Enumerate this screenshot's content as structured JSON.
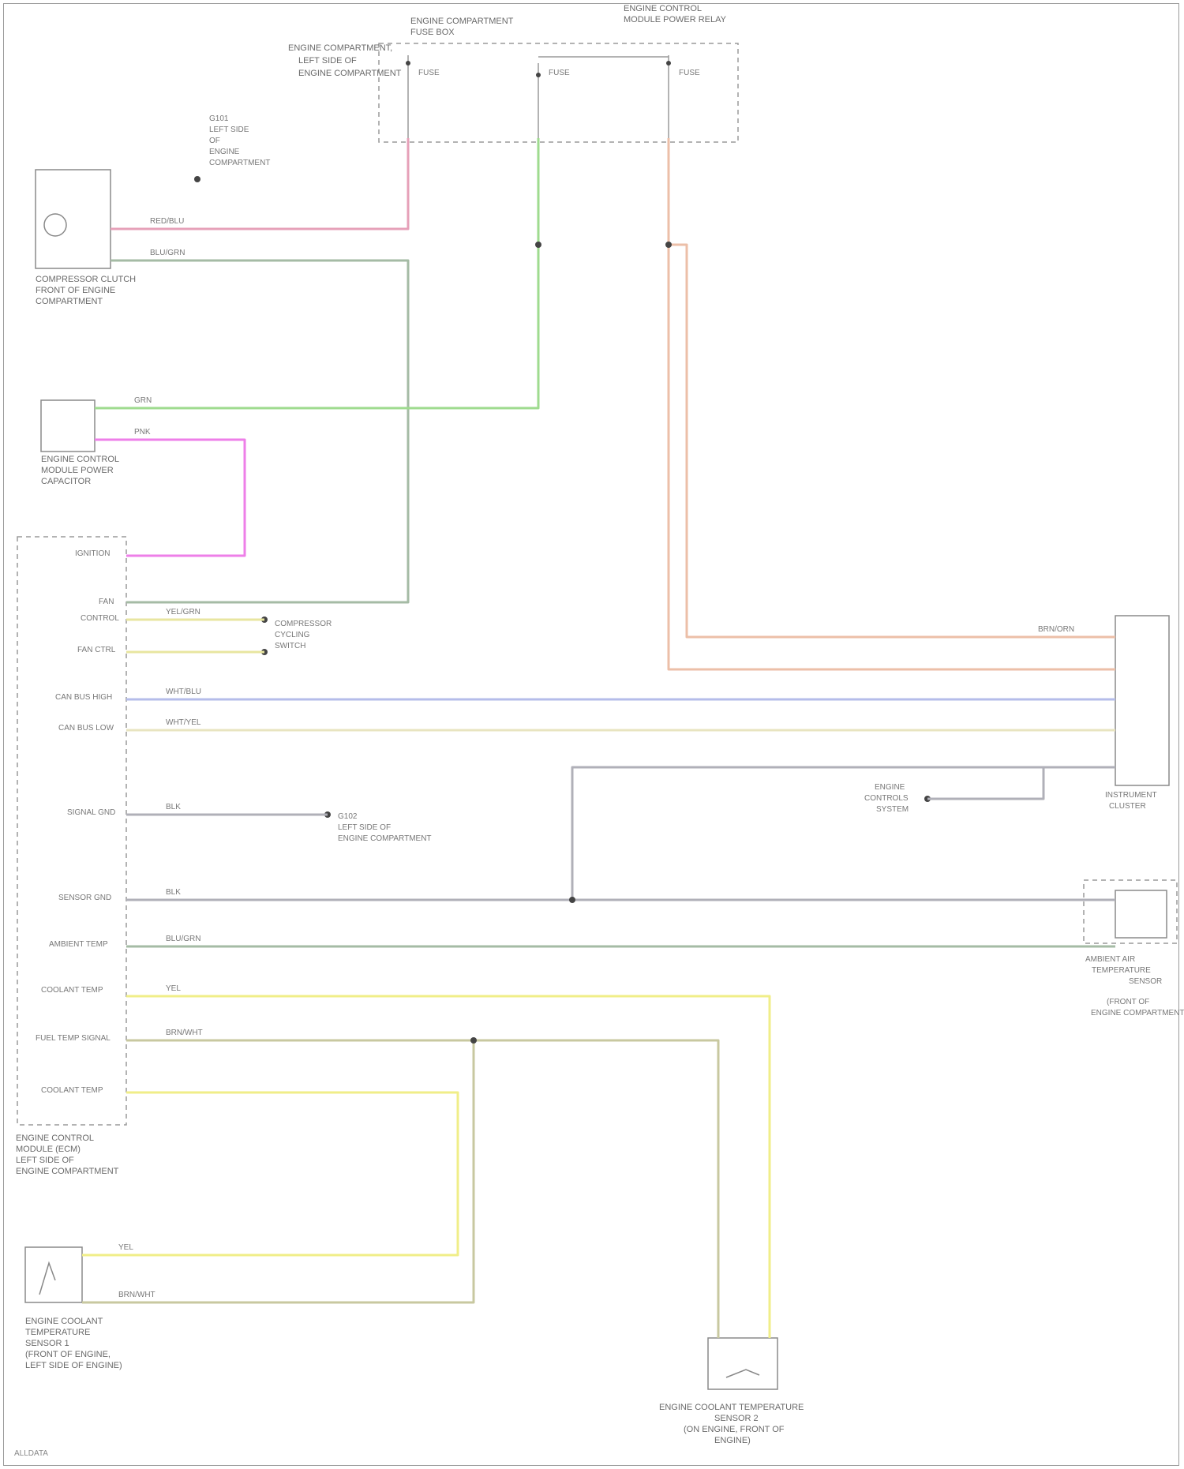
{
  "components": {
    "fuse_box_label": [
      "ENGINE COMPARTMENT",
      "FUSE BOX"
    ],
    "relay_label": [
      "ENGINE CONTROL",
      "MODULE POWER RELAY"
    ],
    "fuse_block_labels": [
      "FUSE",
      "FUSE",
      "FUSE"
    ],
    "fuse_location_label": [
      "ENGINE COMPARTMENT,",
      "LEFT SIDE OF",
      "ENGINE COMPARTMENT"
    ],
    "ground_label": [
      "G101",
      "LEFT SIDE",
      "OF",
      "ENGINE",
      "COMPARTMENT"
    ],
    "compressor_label": [
      "COMPRESSOR CLUTCH",
      "FRONT OF ENGINE",
      "COMPARTMENT"
    ],
    "capacitor_label": [
      "ENGINE CONTROL",
      "MODULE POWER",
      "CAPACITOR"
    ],
    "ecm_label": [
      "ENGINE CONTROL",
      "MODULE (ECM)",
      "LEFT SIDE OF",
      "ENGINE COMPARTMENT"
    ],
    "ecm_pins": [
      "IGNITION",
      "FAN",
      "CONTROL",
      "FAN CTRL",
      "CAN BUS HIGH",
      "CAN BUS LOW",
      "SIGNAL GND",
      "SENSOR GND",
      "AMBIENT TEMP",
      "COOLANT TEMP",
      "FUEL TEMP SIGNAL",
      "COOLANT TEMP"
    ],
    "splice_label_1": [
      "COMPRESSOR",
      "CYCLING",
      "SWITCH"
    ],
    "splice_label_2": [
      "G102",
      "LEFT SIDE OF",
      "ENGINE COMPARTMENT"
    ],
    "module_label": [
      "INSTRUMENT",
      "CLUSTER"
    ],
    "ambient_label": [
      "AMBIENT AIR",
      "TEMPERATURE",
      "SENSOR",
      "(FRONT OF",
      "ENGINE COMPARTMENT)"
    ],
    "engine_control_label": [
      "ENGINE",
      "CONTROLS",
      "SYSTEM"
    ],
    "ect_sensor_label": [
      "ENGINE COOLANT",
      "TEMPERATURE",
      "SENSOR 1",
      "(FRONT OF ENGINE,",
      "LEFT SIDE OF ENGINE)"
    ],
    "ect_sensor2_label": [
      "ENGINE COOLANT TEMPERATURE",
      "SENSOR 2",
      "(ON ENGINE, FRONT OF",
      "ENGINE)"
    ]
  },
  "wires": {
    "pink": "RED/BLU",
    "green": "GRN",
    "magenta": "PNK",
    "grey_green": "BLU/GRN",
    "yellow": "YEL/GRN",
    "blue": "WHT/BLU",
    "tan": "WHT/YEL",
    "gray": "BLK",
    "yellow_bright": "YEL",
    "olive": "BRN/WHT",
    "orange": "BRN/ORN"
  },
  "colors": {
    "pink": "#e6a0b8",
    "green": "#9fdb8f",
    "magenta": "#ee7fe8",
    "grey_green": "#a5bba5",
    "yellow": "#e8e6a0",
    "blue": "#b5bcea",
    "tan": "#e8e4c0",
    "gray": "#b0b0b8",
    "yellow_bright": "#f0ee88",
    "olive": "#c8c8a0",
    "orange": "#ecbfa8"
  },
  "footer": "ALLDATA"
}
